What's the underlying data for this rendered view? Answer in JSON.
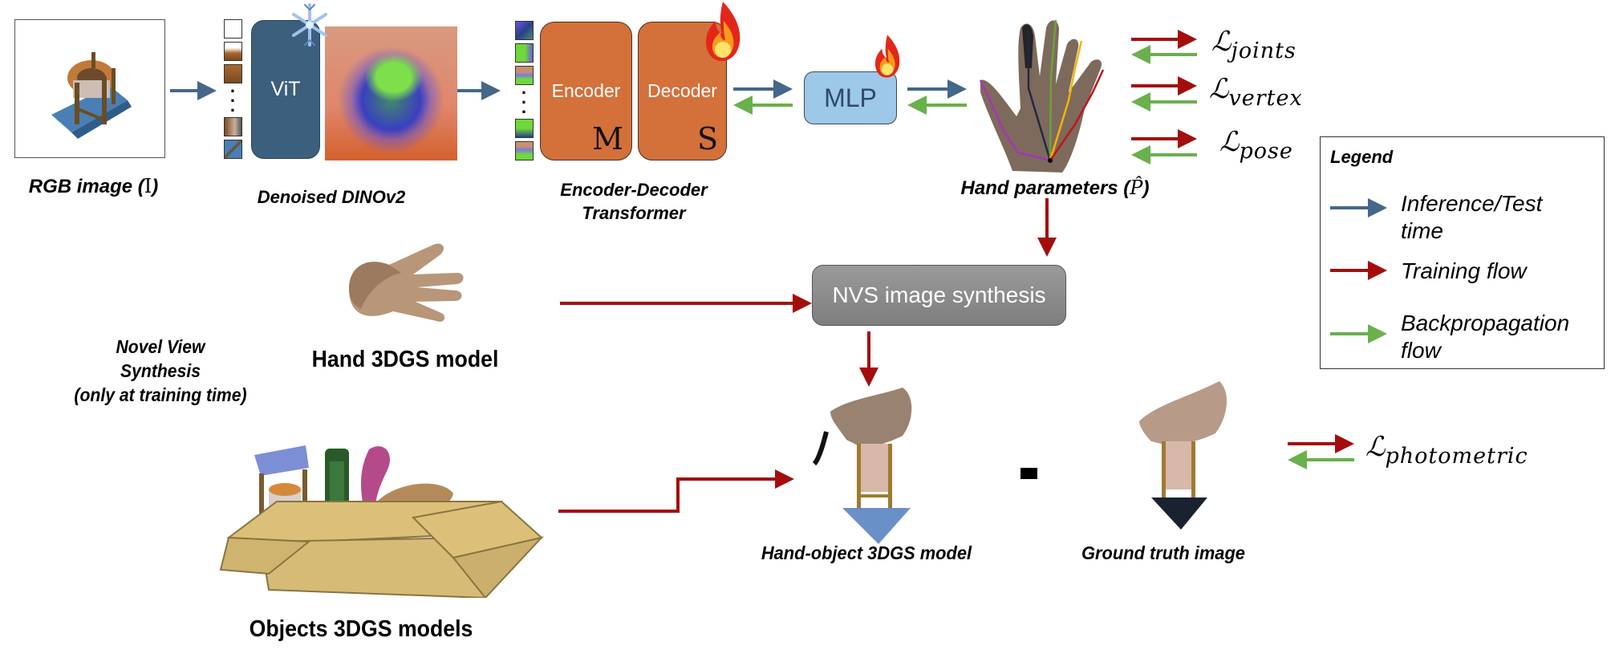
{
  "figure": {
    "stages": {
      "rgb_image": {
        "label": "RGB image (",
        "symbol": "I",
        "close": ")"
      },
      "dino": {
        "label": "Denoised DINOv2",
        "block_label": "ViT",
        "frozen_icon": "snowflake-icon"
      },
      "transformer": {
        "label_line1": "Encoder-Decoder",
        "label_line2": "Transformer",
        "encoder_label": "Encoder",
        "encoder_symbol": "M",
        "decoder_label": "Decoder",
        "decoder_symbol": "S",
        "trainable_icon": "flame-icon"
      },
      "mlp": {
        "label": "MLP",
        "trainable_icon": "flame-icon"
      },
      "hand_params": {
        "label": "Hand parameters (",
        "symbol": "P̂",
        "close": ")"
      },
      "nvs": {
        "label": "NVS image synthesis"
      },
      "hand_3dgs": {
        "label": "Hand 3DGS model"
      },
      "nvs_note": {
        "line1": "Novel View",
        "line2": "Synthesis",
        "line3": "(only at training time)"
      },
      "objects_3dgs": {
        "label": "Objects 3DGS models"
      },
      "hand_object": {
        "label": "Hand-object 3DGS model"
      },
      "minus_sign": "-",
      "ground_truth": {
        "label": "Ground truth image"
      }
    },
    "losses": [
      {
        "symbol": "ℒ",
        "subscript": "joints"
      },
      {
        "symbol": "ℒ",
        "subscript": "vertex"
      },
      {
        "symbol": "ℒ",
        "subscript": "pose"
      },
      {
        "symbol": "ℒ",
        "subscript": "photometric"
      }
    ],
    "legend": {
      "title": "Legend",
      "items": [
        {
          "line1": "Inference/Test",
          "line2": "time",
          "color": "#44678a"
        },
        {
          "line1": "Training flow",
          "line2": "",
          "color": "#a50d0d"
        },
        {
          "line1": "Backpropagation",
          "line2": "flow",
          "color": "#6ab04c"
        }
      ]
    },
    "colors": {
      "inference": "#44678a",
      "training": "#a50d0d",
      "backprop": "#6ab04c",
      "vit_fill": "#3d5f7e",
      "transformer_fill": "#d4703a",
      "mlp_fill": "#9dc8e8",
      "nvs_fill": "#8a8a8a"
    }
  }
}
